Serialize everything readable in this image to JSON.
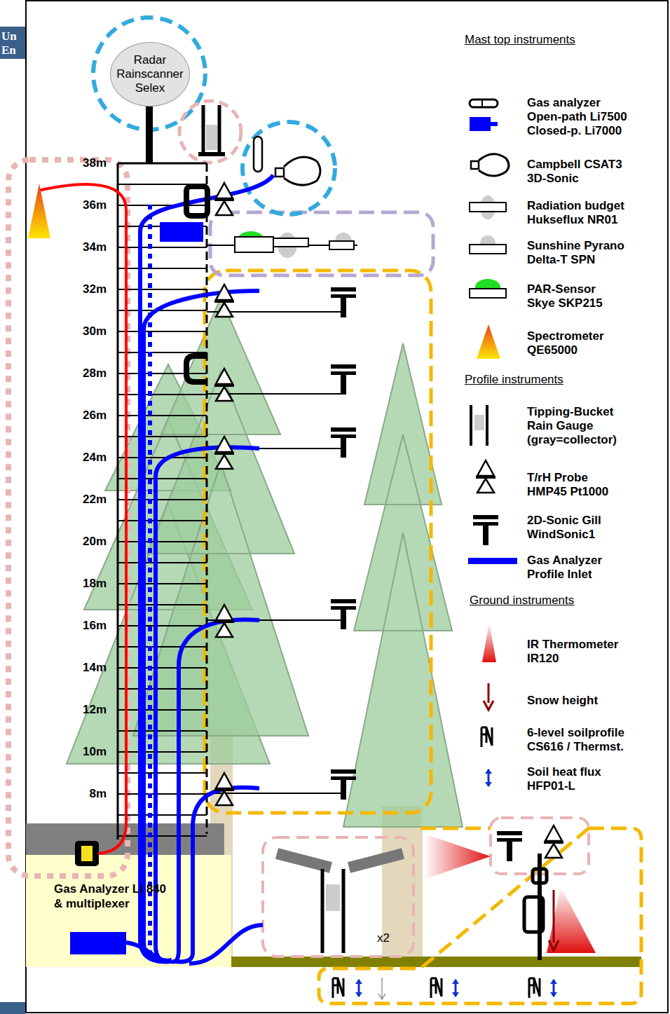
{
  "diagram": {
    "nodes": [
      {
        "text": [
          "Radar Rainscanner Selex"
        ]
      },
      {
        "text": [
          "Gas Analyzer Li 840 & multiplexer"
        ]
      }
    ],
    "labels": [
      "Un",
      "En",
      "38m",
      "36m",
      "34m",
      "32m",
      "30m",
      "28m",
      "26m",
      "24m",
      "22m",
      "20m",
      "18m",
      "16m",
      "14m",
      "12m",
      "10m",
      "8m",
      "Mast top instruments",
      "Profile instruments",
      "Ground instruments",
      "x2"
    ],
    "legend": [
      {
        "text": "Gas analyzer"
      },
      {
        "text": "Open-path Li7500"
      },
      {
        "text": "Closed-p. Li7000"
      },
      {
        "text": "Campbell CSAT3 3D-Sonic"
      },
      {
        "text": "Radiation budget Hukseflux NR01"
      },
      {
        "text": "Sunshine Pyrano Delta-T SPN"
      },
      {
        "text": "PAR-Sensor Skye SKP215"
      },
      {
        "text": "Spectrometer QE65000"
      },
      {
        "text": "Tipping-Bucket Rain Gauge (gray=collector)"
      },
      {
        "text": "T/rH Probe HMP45 Pt1000"
      },
      {
        "text": "2D-Sonic Gill WindSonic1"
      },
      {
        "text": "Gas Analyzer Profile Inlet",
        "color": "#0000ff"
      },
      {
        "text": "IR Thermometer IR120"
      },
      {
        "text": "Snow height"
      },
      {
        "text": "6-level soilprofile CS616 / Thermst."
      },
      {
        "text": "Soil heat flux HFP01-L"
      }
    ]
  }
}
